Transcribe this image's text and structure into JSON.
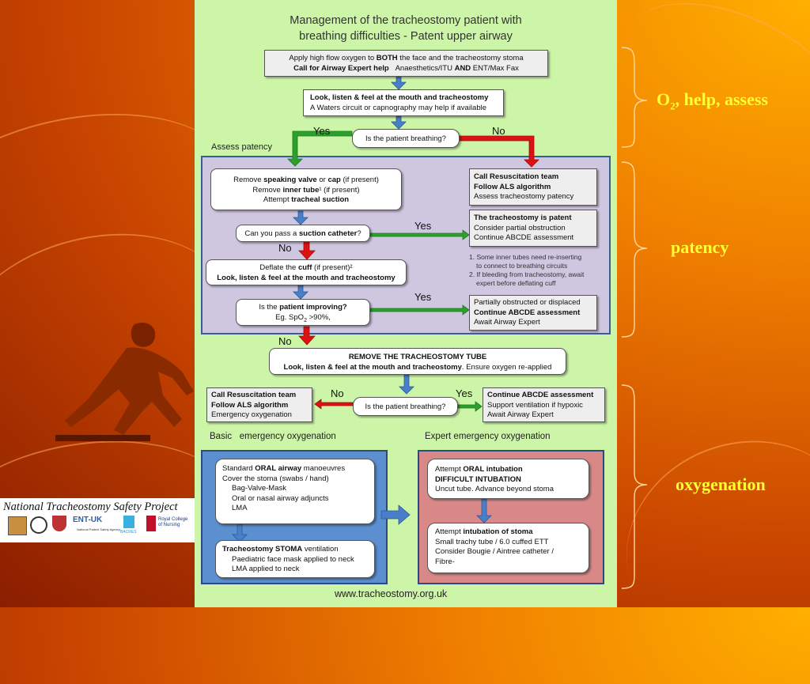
{
  "diagram": {
    "title_line1": "Management of the tracheostomy patient with",
    "title_line2": "breathing difficulties - Patent upper airway",
    "step1": {
      "line1_a": "Apply high flow oxygen to ",
      "line1_b": "BOTH",
      "line1_c": " the face and the tracheostomy stoma",
      "line2_a": "Call for Airway Expert help",
      "line2_b": "Anaesthetics/ITU ",
      "line2_c": "AND",
      "line2_d": " ENT/Max Fax"
    },
    "step2": {
      "line1": "Look, listen & feel at the mouth and tracheostomy",
      "line2": "A Waters circuit or capnography may help if available"
    },
    "q_breathing": "Is the patient breathing?",
    "yes": "Yes",
    "no": "No",
    "assess_patency_label": "Assess patency",
    "remove_box": {
      "l1_a": "Remove ",
      "l1_b": "speaking valve",
      "l1_c": " or ",
      "l1_d": "cap",
      "l1_e": " (if present)",
      "l2_a": "Remove ",
      "l2_b": "inner tube",
      "l2_c": "¹ (if present)",
      "l3_a": "Attempt ",
      "l3_b": "tracheal suction"
    },
    "suction_q": {
      "a": "Can you pass a ",
      "b": "suction catheter",
      "c": "?"
    },
    "deflate_box": {
      "l1_a": "Deflate the ",
      "l1_b": "cuff",
      "l1_c": " (if present)²",
      "l2": "Look, listen & feel at the mouth and tracheostomy"
    },
    "improving_q": {
      "a": "Is the ",
      "b": "patient improving?",
      "c": "Eg. SpO",
      "c_sub": "2",
      "c_rest": " >90%,"
    },
    "resus_box": {
      "l1": "Call Resuscitation team",
      "l2": "Follow ALS algorithm",
      "l3": "Assess tracheostomy patency"
    },
    "patent_box": {
      "l1": "The tracheostomy is patent",
      "l2": "Consider partial obstruction",
      "l3": "Continue ABCDE assessment"
    },
    "notes": {
      "n1": "1. Some inner tubes need re-inserting",
      "n1b": "to connect to breathing circuits",
      "n2": "2. If bleeding from tracheostomy, await",
      "n2b": "expert before deflating cuff"
    },
    "partial_box": {
      "l1": "Partially obstructed or displaced",
      "l2": "Continue ABCDE assessment",
      "l3": "Await Airway Expert"
    },
    "remove_trach": {
      "l1": "REMOVE THE TRACHEOSTOMY TUBE",
      "l2_a": "Look, listen & feel at the mouth and tracheostomy",
      "l2_b": ". Ensure oxygen re-applied"
    },
    "resus2_box": {
      "l1": "Call Resuscitation team",
      "l2": "Follow ALS algorithm",
      "l3": "Emergency oxygenation"
    },
    "continue_box": {
      "l1": "Continue ABCDE assessment",
      "l2": "Support ventilation if hypoxic",
      "l3": "Await Airway Expert"
    },
    "basic_label_a": "Basic",
    "basic_label_b": "emergency oxygenation",
    "expert_label": "Expert emergency oxygenation",
    "oral_box": {
      "l1_a": "Standard ",
      "l1_b": "ORAL airway",
      "l1_c": " manoeuvres",
      "l2": "Cover the stoma (swabs / hand)",
      "l3": "Bag-Valve-Mask",
      "l4": "Oral or nasal airway adjuncts",
      "l5": "LMA"
    },
    "stoma_box": {
      "l1_a": "Tracheostomy STOMA",
      "l1_b": " ventilation",
      "l2": "Paediatric face mask applied to neck",
      "l3": "LMA applied to neck"
    },
    "intub_box": {
      "l1_a": "Attempt ",
      "l1_b": "ORAL intubation",
      "l2": "DIFFICULT INTUBATION",
      "l3": "Uncut tube. Advance beyond stoma"
    },
    "stoma_intub_box": {
      "l1_a": "Attempt ",
      "l1_b": "intubation of stoma",
      "l2": "Small trachy tube / 6.0 cuffed ETT",
      "l3": "Consider Bougie / Aintree catheter /",
      "l4": "Fibre-"
    },
    "website": "www.tracheostomy.org.uk"
  },
  "side_labels": {
    "o2_a": "O",
    "o2_sub": "2",
    "o2_b": ", help, assess",
    "patency": "patency",
    "oxygenation": "oxygenation"
  },
  "logo": {
    "title": "National Tracheostomy Safety Project",
    "ent": "ENT-UK",
    "npsa": "National Patient Safety Agency",
    "bacres": "BACRES",
    "rcn_a": "Royal College",
    "rcn_b": "of Nursing"
  },
  "colors": {
    "panel": "#ccf5a8",
    "arrow_blue": "#4a7ec8",
    "arrow_green": "#2ca02c",
    "arrow_red": "#dd1111",
    "label_yellow": "#ffff33"
  }
}
